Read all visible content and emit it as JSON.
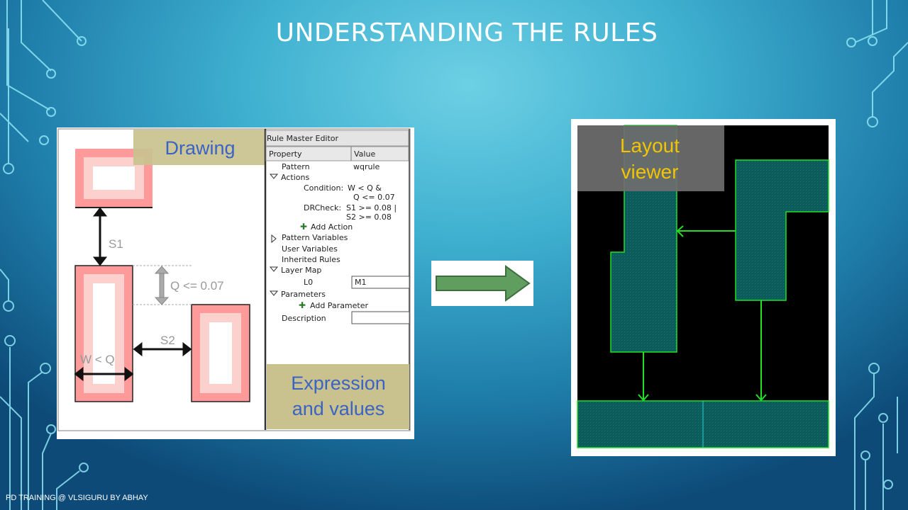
{
  "slide": {
    "title": "UNDERSTANDING THE RULES",
    "footer": "PD TRAINING @ VLSIGURU  BY ABHAY"
  },
  "drawing": {
    "label": "Drawing",
    "s1": "S1",
    "s2": "S2",
    "q_label": "Q <= 0.07",
    "w_label": "W < Q"
  },
  "editor": {
    "title": "Rule Master Editor",
    "col_property": "Property",
    "col_value": "Value",
    "rows": {
      "pattern": "Pattern",
      "pattern_value": "wqrule",
      "actions": "Actions",
      "condition": "Condition:",
      "condition_value_1": "W < Q &",
      "condition_value_2": "Q <= 0.07",
      "drcheck": "DRCheck:",
      "drcheck_value_1": "S1 >= 0.08 |",
      "drcheck_value_2": "S2 >= 0.08",
      "add_action": "Add Action",
      "pattern_variables": "Pattern Variables",
      "user_variables": "User Variables",
      "inherited_rules": "Inherited Rules",
      "layer_map": "Layer Map",
      "l0": "L0",
      "l0_value": "M1",
      "parameters": "Parameters",
      "add_parameter": "Add Parameter",
      "description": "Description",
      "description_value": ""
    },
    "expression_label_1": "Expression",
    "expression_label_2": "and  values"
  },
  "layout_viewer": {
    "label_1": "Layout",
    "label_2": "viewer"
  },
  "colors": {
    "olive_label": "#c9c28e",
    "blue_text": "#3a63c4",
    "pink": "#ff9a9a",
    "pink_light": "#fcd0cc",
    "teal_fill": "#0c5c5c",
    "green_edge": "#22e022",
    "arrow_green": "#5f9e5f",
    "yellow_text": "#f2c400"
  }
}
